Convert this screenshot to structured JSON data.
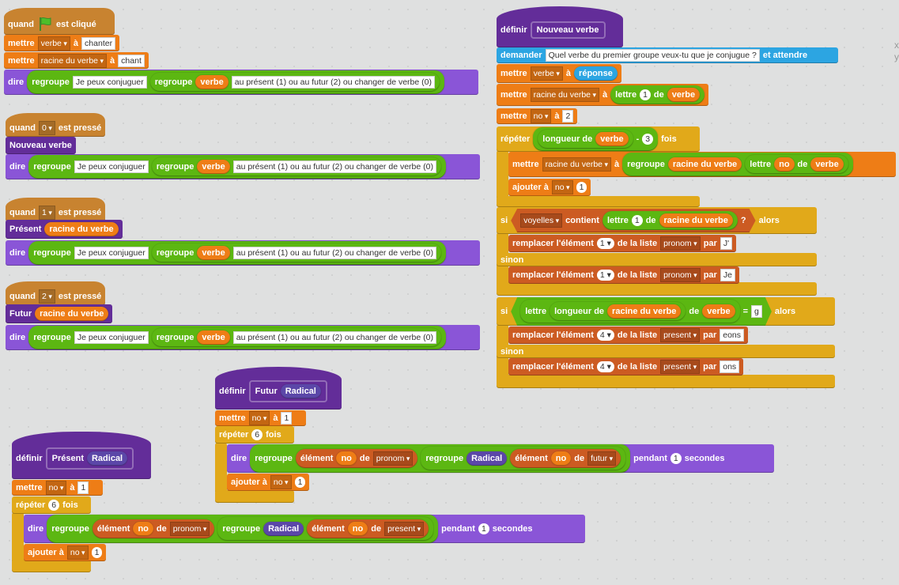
{
  "colors": {
    "events": "#c88330",
    "data": "#ee7d16",
    "looks": "#8a55d7",
    "custom": "#632d99",
    "sensing": "#2ca5e2",
    "control": "#e1a91a",
    "operators": "#5cb712",
    "lists": "#cc5b22",
    "var": "#ee7d16",
    "background": "#dfe0e0"
  },
  "edge_text": [
    "x",
    "y"
  ],
  "blocks": [
    {
      "cat": "events",
      "kind": "hat",
      "parts": [
        {
          "t": "l",
          "v": "quand"
        },
        {
          "t": "flag",
          "v": "green-flag-icon"
        },
        {
          "t": "l",
          "v": "est cliqué"
        }
      ]
    },
    {
      "cat": "data",
      "parts": [
        {
          "t": "l",
          "v": "mettre"
        },
        {
          "t": "d",
          "v": "verbe"
        },
        {
          "t": "l",
          "v": "à"
        },
        {
          "t": "i",
          "v": "chanter"
        }
      ]
    },
    {
      "cat": "data",
      "parts": [
        {
          "t": "l",
          "v": "mettre"
        },
        {
          "t": "d",
          "v": "racine du verbe"
        },
        {
          "t": "l",
          "v": "à"
        },
        {
          "t": "i",
          "v": "chant"
        }
      ]
    },
    {
      "cat": "looks",
      "parts": [
        {
          "t": "l",
          "v": "dire"
        },
        {
          "t": "op",
          "p": [
            {
              "t": "l",
              "v": "regroupe"
            },
            {
              "t": "i",
              "v": "Je peux conjuguer"
            },
            {
              "t": "op",
              "p": [
                {
                  "t": "l",
                  "v": "regroupe"
                },
                {
                  "t": "v",
                  "v": "verbe"
                },
                {
                  "t": "i",
                  "v": "au présent (1) ou au futur (2) ou changer de verbe (0)"
                }
              ]
            }
          ]
        }
      ]
    },
    {
      "cat": "events",
      "kind": "hat",
      "parts": [
        {
          "t": "l",
          "v": "quand"
        },
        {
          "t": "d",
          "v": "0"
        },
        {
          "t": "l",
          "v": "est pressé"
        }
      ]
    },
    {
      "cat": "custom",
      "parts": [
        {
          "t": "l",
          "v": "Nouveau verbe"
        }
      ]
    },
    {
      "cat": "looks",
      "parts": [
        {
          "t": "l",
          "v": "dire"
        },
        {
          "t": "op",
          "p": [
            {
              "t": "l",
              "v": "regroupe"
            },
            {
              "t": "i",
              "v": "Je peux conjuguer"
            },
            {
              "t": "op",
              "p": [
                {
                  "t": "l",
                  "v": "regroupe"
                },
                {
                  "t": "v",
                  "v": "verbe"
                },
                {
                  "t": "i",
                  "v": "au présent (1) ou au futur (2) ou changer de verbe (0)"
                }
              ]
            }
          ]
        }
      ]
    },
    {
      "cat": "events",
      "kind": "hat",
      "parts": [
        {
          "t": "l",
          "v": "quand"
        },
        {
          "t": "d",
          "v": "1"
        },
        {
          "t": "l",
          "v": "est pressé"
        }
      ]
    },
    {
      "cat": "custom",
      "parts": [
        {
          "t": "l",
          "v": "Présent"
        },
        {
          "t": "v",
          "v": "racine du verbe"
        }
      ]
    },
    {
      "cat": "looks",
      "parts": [
        {
          "t": "l",
          "v": "dire"
        },
        {
          "t": "op",
          "p": [
            {
              "t": "l",
              "v": "regroupe"
            },
            {
              "t": "i",
              "v": "Je peux conjuguer"
            },
            {
              "t": "op",
              "p": [
                {
                  "t": "l",
                  "v": "regroupe"
                },
                {
                  "t": "v",
                  "v": "verbe"
                },
                {
                  "t": "i",
                  "v": "au présent (1) ou au futur (2) ou changer de verbe (0)"
                }
              ]
            }
          ]
        }
      ]
    },
    {
      "cat": "events",
      "kind": "hat",
      "parts": [
        {
          "t": "l",
          "v": "quand"
        },
        {
          "t": "d",
          "v": "2"
        },
        {
          "t": "l",
          "v": "est pressé"
        }
      ]
    },
    {
      "cat": "custom",
      "parts": [
        {
          "t": "l",
          "v": "Futur"
        },
        {
          "t": "v",
          "v": "racine du verbe"
        }
      ]
    },
    {
      "cat": "looks",
      "parts": [
        {
          "t": "l",
          "v": "dire"
        },
        {
          "t": "op",
          "p": [
            {
              "t": "l",
              "v": "regroupe"
            },
            {
              "t": "i",
              "v": "Je peux conjuguer"
            },
            {
              "t": "op",
              "p": [
                {
                  "t": "l",
                  "v": "regroupe"
                },
                {
                  "t": "v",
                  "v": "verbe"
                },
                {
                  "t": "i",
                  "v": "au présent (1) ou au futur (2) ou changer de verbe (0)"
                }
              ]
            }
          ]
        }
      ]
    },
    {
      "cat": "custom",
      "kind": "def",
      "parts": [
        {
          "t": "l",
          "v": "définir"
        },
        {
          "t": "proto",
          "p": [
            {
              "t": "l",
              "v": "Nouveau verbe"
            }
          ]
        }
      ]
    },
    {
      "cat": "sensing",
      "parts": [
        {
          "t": "l",
          "v": "demander"
        },
        {
          "t": "i",
          "v": "Quel verbe du premier groupe veux-tu que je conjugue ?"
        },
        {
          "t": "l",
          "v": "et attendre"
        }
      ]
    },
    {
      "cat": "data",
      "parts": [
        {
          "t": "l",
          "v": "mettre"
        },
        {
          "t": "d",
          "v": "verbe"
        },
        {
          "t": "l",
          "v": "à"
        },
        {
          "t": "s",
          "v": "réponse"
        }
      ]
    },
    {
      "cat": "data",
      "parts": [
        {
          "t": "l",
          "v": "mettre"
        },
        {
          "t": "d",
          "v": "racine du verbe"
        },
        {
          "t": "l",
          "v": "à"
        },
        {
          "t": "op",
          "p": [
            {
              "t": "l",
              "v": "lettre"
            },
            {
              "t": "n",
              "v": "1"
            },
            {
              "t": "l",
              "v": "de"
            },
            {
              "t": "v",
              "v": "verbe"
            }
          ]
        }
      ]
    },
    {
      "cat": "data",
      "parts": [
        {
          "t": "l",
          "v": "mettre"
        },
        {
          "t": "d",
          "v": "no"
        },
        {
          "t": "l",
          "v": "à"
        },
        {
          "t": "i",
          "v": "2"
        }
      ]
    },
    {
      "cat": "control",
      "parts": [
        {
          "t": "l",
          "v": "répéter"
        },
        {
          "t": "op",
          "p": [
            {
              "t": "op",
              "p": [
                {
                  "t": "l",
                  "v": "longueur de"
                },
                {
                  "t": "v",
                  "v": "verbe"
                }
              ]
            },
            {
              "t": "l",
              "v": "-"
            },
            {
              "t": "n",
              "v": "3"
            }
          ]
        },
        {
          "t": "l",
          "v": "fois"
        }
      ]
    },
    {
      "cat": "data",
      "parts": [
        {
          "t": "l",
          "v": "mettre"
        },
        {
          "t": "d",
          "v": "racine du verbe"
        },
        {
          "t": "l",
          "v": "à"
        },
        {
          "t": "op",
          "p": [
            {
              "t": "l",
              "v": "regroupe"
            },
            {
              "t": "v",
              "v": "racine du verbe"
            },
            {
              "t": "op",
              "p": [
                {
                  "t": "l",
                  "v": "lettre"
                },
                {
                  "t": "v",
                  "v": "no"
                },
                {
                  "t": "l",
                  "v": "de"
                },
                {
                  "t": "v",
                  "v": "verbe"
                }
              ]
            }
          ]
        }
      ]
    },
    {
      "cat": "data",
      "parts": [
        {
          "t": "l",
          "v": "ajouter à"
        },
        {
          "t": "d",
          "v": "no"
        },
        {
          "t": "n",
          "v": "1"
        }
      ]
    },
    {
      "cat": "control",
      "parts": [
        {
          "t": "l",
          "v": "si"
        },
        {
          "t": "bool",
          "c": "lists",
          "p": [
            {
              "t": "d",
              "v": "voyelles"
            },
            {
              "t": "l",
              "v": "contient"
            },
            {
              "t": "op",
              "p": [
                {
                  "t": "l",
                  "v": "lettre"
                },
                {
                  "t": "n",
                  "v": "1"
                },
                {
                  "t": "l",
                  "v": "de"
                },
                {
                  "t": "v",
                  "v": "racine du verbe"
                }
              ]
            },
            {
              "t": "l",
              "v": "?"
            }
          ]
        },
        {
          "t": "l",
          "v": "alors"
        }
      ]
    },
    {
      "cat": "lists",
      "parts": [
        {
          "t": "l",
          "v": "remplacer l'élément"
        },
        {
          "t": "nd",
          "v": "1"
        },
        {
          "t": "l",
          "v": "de la liste"
        },
        {
          "t": "d",
          "v": "pronom"
        },
        {
          "t": "l",
          "v": "par"
        },
        {
          "t": "i",
          "v": "J'"
        }
      ]
    },
    {
      "cat": "control",
      "parts": [
        {
          "t": "l",
          "v": "sinon"
        }
      ]
    },
    {
      "cat": "lists",
      "parts": [
        {
          "t": "l",
          "v": "remplacer l'élément"
        },
        {
          "t": "nd",
          "v": "1"
        },
        {
          "t": "l",
          "v": "de la liste"
        },
        {
          "t": "d",
          "v": "pronom"
        },
        {
          "t": "l",
          "v": "par"
        },
        {
          "t": "i",
          "v": "Je"
        }
      ]
    },
    {
      "cat": "control",
      "parts": [
        {
          "t": "l",
          "v": "si"
        },
        {
          "t": "bool",
          "c": "operators",
          "p": [
            {
              "t": "op",
              "p": [
                {
                  "t": "l",
                  "v": "lettre"
                },
                {
                  "t": "op",
                  "p": [
                    {
                      "t": "l",
                      "v": "longueur de"
                    },
                    {
                      "t": "v",
                      "v": "racine du verbe"
                    }
                  ]
                },
                {
                  "t": "l",
                  "v": "de"
                },
                {
                  "t": "v",
                  "v": "verbe"
                }
              ]
            },
            {
              "t": "l",
              "v": "="
            },
            {
              "t": "i",
              "v": "g"
            }
          ]
        },
        {
          "t": "l",
          "v": "alors"
        }
      ]
    },
    {
      "cat": "lists",
      "parts": [
        {
          "t": "l",
          "v": "remplacer l'élément"
        },
        {
          "t": "nd",
          "v": "4"
        },
        {
          "t": "l",
          "v": "de la liste"
        },
        {
          "t": "d",
          "v": "present"
        },
        {
          "t": "l",
          "v": "par"
        },
        {
          "t": "i",
          "v": "eons"
        }
      ]
    },
    {
      "cat": "control",
      "parts": [
        {
          "t": "l",
          "v": "sinon"
        }
      ]
    },
    {
      "cat": "lists",
      "parts": [
        {
          "t": "l",
          "v": "remplacer l'élément"
        },
        {
          "t": "nd",
          "v": "4"
        },
        {
          "t": "l",
          "v": "de la liste"
        },
        {
          "t": "d",
          "v": "present"
        },
        {
          "t": "l",
          "v": "par"
        },
        {
          "t": "i",
          "v": "ons"
        }
      ]
    },
    {
      "cat": "custom",
      "kind": "def",
      "parts": [
        {
          "t": "l",
          "v": "définir"
        },
        {
          "t": "proto",
          "p": [
            {
              "t": "l",
              "v": "Futur"
            },
            {
              "t": "c",
              "v": "Radical"
            }
          ]
        }
      ]
    },
    {
      "cat": "data",
      "parts": [
        {
          "t": "l",
          "v": "mettre"
        },
        {
          "t": "d",
          "v": "no"
        },
        {
          "t": "l",
          "v": "à"
        },
        {
          "t": "i",
          "v": "1"
        }
      ]
    },
    {
      "cat": "control",
      "parts": [
        {
          "t": "l",
          "v": "répéter"
        },
        {
          "t": "n",
          "v": "6"
        },
        {
          "t": "l",
          "v": "fois"
        }
      ]
    },
    {
      "cat": "looks",
      "parts": [
        {
          "t": "l",
          "v": "dire"
        },
        {
          "t": "op",
          "p": [
            {
              "t": "l",
              "v": "regroupe"
            },
            {
              "t": "L",
              "p": [
                {
                  "t": "l",
                  "v": "élément"
                },
                {
                  "t": "v",
                  "v": "no"
                },
                {
                  "t": "l",
                  "v": "de"
                },
                {
                  "t": "d",
                  "v": "pronom"
                }
              ]
            },
            {
              "t": "op",
              "p": [
                {
                  "t": "l",
                  "v": "regroupe"
                },
                {
                  "t": "c",
                  "v": "Radical"
                },
                {
                  "t": "L",
                  "p": [
                    {
                      "t": "l",
                      "v": "élément"
                    },
                    {
                      "t": "v",
                      "v": "no"
                    },
                    {
                      "t": "l",
                      "v": "de"
                    },
                    {
                      "t": "d",
                      "v": "futur"
                    }
                  ]
                }
              ]
            }
          ]
        },
        {
          "t": "l",
          "v": "pendant"
        },
        {
          "t": "n",
          "v": "1"
        },
        {
          "t": "l",
          "v": "secondes"
        }
      ]
    },
    {
      "cat": "data",
      "parts": [
        {
          "t": "l",
          "v": "ajouter à"
        },
        {
          "t": "d",
          "v": "no"
        },
        {
          "t": "n",
          "v": "1"
        }
      ]
    },
    {
      "cat": "custom",
      "kind": "def",
      "parts": [
        {
          "t": "l",
          "v": "définir"
        },
        {
          "t": "proto",
          "p": [
            {
              "t": "l",
              "v": "Présent"
            },
            {
              "t": "c",
              "v": "Radical"
            }
          ]
        }
      ]
    },
    {
      "cat": "data",
      "parts": [
        {
          "t": "l",
          "v": "mettre"
        },
        {
          "t": "d",
          "v": "no"
        },
        {
          "t": "l",
          "v": "à"
        },
        {
          "t": "i",
          "v": "1"
        }
      ]
    },
    {
      "cat": "control",
      "parts": [
        {
          "t": "l",
          "v": "répéter"
        },
        {
          "t": "n",
          "v": "6"
        },
        {
          "t": "l",
          "v": "fois"
        }
      ]
    },
    {
      "cat": "looks",
      "parts": [
        {
          "t": "l",
          "v": "dire"
        },
        {
          "t": "op",
          "p": [
            {
              "t": "l",
              "v": "regroupe"
            },
            {
              "t": "L",
              "p": [
                {
                  "t": "l",
                  "v": "élément"
                },
                {
                  "t": "v",
                  "v": "no"
                },
                {
                  "t": "l",
                  "v": "de"
                },
                {
                  "t": "d",
                  "v": "pronom"
                }
              ]
            },
            {
              "t": "op",
              "p": [
                {
                  "t": "l",
                  "v": "regroupe"
                },
                {
                  "t": "c",
                  "v": "Radical"
                },
                {
                  "t": "L",
                  "p": [
                    {
                      "t": "l",
                      "v": "élément"
                    },
                    {
                      "t": "v",
                      "v": "no"
                    },
                    {
                      "t": "l",
                      "v": "de"
                    },
                    {
                      "t": "d",
                      "v": "present"
                    }
                  ]
                }
              ]
            }
          ]
        },
        {
          "t": "l",
          "v": "pendant"
        },
        {
          "t": "n",
          "v": "1"
        },
        {
          "t": "l",
          "v": "secondes"
        }
      ]
    },
    {
      "cat": "data",
      "parts": [
        {
          "t": "l",
          "v": "ajouter à"
        },
        {
          "t": "d",
          "v": "no"
        },
        {
          "t": "n",
          "v": "1"
        }
      ]
    }
  ]
}
